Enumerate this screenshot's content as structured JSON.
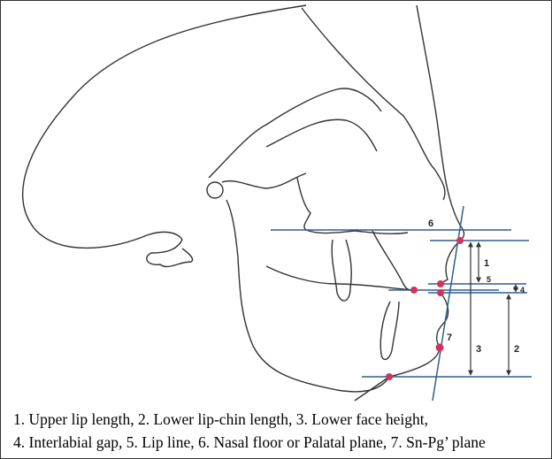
{
  "figure": {
    "labels": {
      "n1": "1",
      "n2": "2",
      "n3": "3",
      "n4": "4",
      "n5": "5",
      "n6": "6",
      "n7": "7"
    },
    "colors": {
      "plane_line": "#2f5f8f",
      "landmark": "#d0345a",
      "tracing": "#333333"
    }
  },
  "caption": {
    "line1": "1. Upper lip length, 2. Lower lip-chin length, 3. Lower face height,",
    "line2": "4. Interlabial gap,  5. Lip line, 6. Nasal floor or Palatal plane, 7. Sn-Pg’ plane"
  }
}
